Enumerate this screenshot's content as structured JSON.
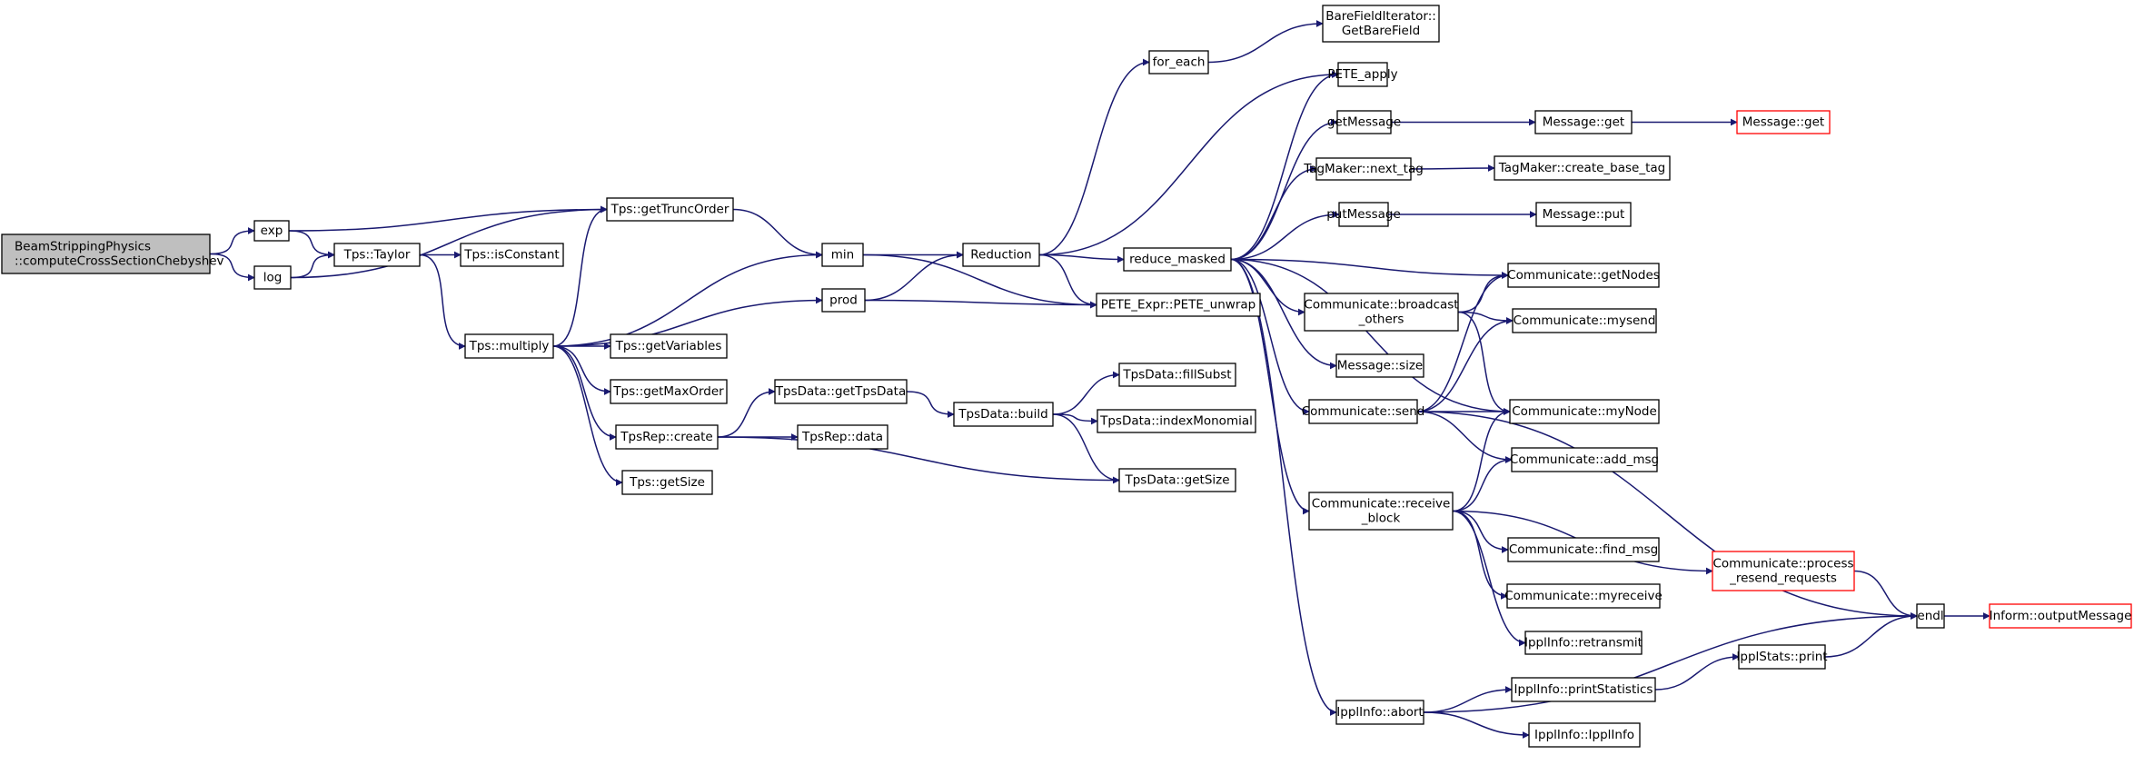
{
  "diagram": {
    "type": "call-graph",
    "colors": {
      "edge": "#191970",
      "node_border": "#000000",
      "node_fill": "#ffffff",
      "root_fill": "#bfbfbf",
      "truncated_border": "#ff0000"
    },
    "nodes": {
      "root": {
        "lines": [
          "BeamStrippingPhysics",
          "::computeCrossSectionChebyshev"
        ],
        "style": "root"
      },
      "exp": {
        "lines": [
          "exp"
        ]
      },
      "log": {
        "lines": [
          "log"
        ]
      },
      "tps_gettruncorder": {
        "lines": [
          "Tps::getTruncOrder"
        ]
      },
      "tps_taylor": {
        "lines": [
          "Tps::Taylor"
        ]
      },
      "tps_isconstant": {
        "lines": [
          "Tps::isConstant"
        ]
      },
      "tps_multiply": {
        "lines": [
          "Tps::multiply"
        ]
      },
      "tps_getvariables": {
        "lines": [
          "Tps::getVariables"
        ]
      },
      "tps_getmaxorder": {
        "lines": [
          "Tps::getMaxOrder"
        ]
      },
      "tpsrep_create": {
        "lines": [
          "TpsRep::create"
        ]
      },
      "tps_getsize": {
        "lines": [
          "Tps::getSize"
        ]
      },
      "min": {
        "lines": [
          "min"
        ]
      },
      "prod": {
        "lines": [
          "prod"
        ]
      },
      "tpsdata_gettpsdata": {
        "lines": [
          "TpsData::getTpsData"
        ]
      },
      "tpsrep_data": {
        "lines": [
          "TpsRep::data"
        ]
      },
      "tpsdata_build": {
        "lines": [
          "TpsData::build"
        ]
      },
      "tpsdata_fillsubst": {
        "lines": [
          "TpsData::fillSubst"
        ]
      },
      "tpsdata_indexmonomial": {
        "lines": [
          "TpsData::indexMonomial"
        ]
      },
      "tpsdata_getsize": {
        "lines": [
          "TpsData::getSize"
        ]
      },
      "reduction": {
        "lines": [
          "Reduction"
        ]
      },
      "for_each": {
        "lines": [
          "for_each"
        ]
      },
      "pete_expr_unwrap": {
        "lines": [
          "PETE_Expr::PETE_unwrap"
        ]
      },
      "reduce_masked": {
        "lines": [
          "reduce_masked"
        ]
      },
      "barefielditerator": {
        "lines": [
          "BareFieldIterator::",
          "GetBareField"
        ]
      },
      "pete_apply": {
        "lines": [
          "PETE_apply"
        ]
      },
      "getmessage": {
        "lines": [
          "getMessage"
        ]
      },
      "tagmaker_next_tag": {
        "lines": [
          "TagMaker::next_tag"
        ]
      },
      "putmessage": {
        "lines": [
          "putMessage"
        ]
      },
      "comm_broadcast": {
        "lines": [
          "Communicate::broadcast",
          "_others"
        ]
      },
      "message_size": {
        "lines": [
          "Message::size"
        ]
      },
      "comm_send": {
        "lines": [
          "Communicate::send"
        ]
      },
      "comm_receive_block": {
        "lines": [
          "Communicate::receive",
          "_block"
        ]
      },
      "ipplinfo_abort": {
        "lines": [
          "IpplInfo::abort"
        ]
      },
      "message_get": {
        "lines": [
          "Message::get"
        ]
      },
      "message_get_trunc": {
        "lines": [
          "Message::get"
        ],
        "style": "truncated"
      },
      "tagmaker_create_base_tag": {
        "lines": [
          "TagMaker::create_base_tag"
        ]
      },
      "message_put": {
        "lines": [
          "Message::put"
        ]
      },
      "comm_getnodes": {
        "lines": [
          "Communicate::getNodes"
        ]
      },
      "comm_mysend": {
        "lines": [
          "Communicate::mysend"
        ]
      },
      "comm_mynode": {
        "lines": [
          "Communicate::myNode"
        ]
      },
      "comm_add_msg": {
        "lines": [
          "Communicate::add_msg"
        ]
      },
      "comm_find_msg": {
        "lines": [
          "Communicate::find_msg"
        ]
      },
      "comm_myreceive": {
        "lines": [
          "Communicate::myreceive"
        ]
      },
      "ipplinfo_retransmit": {
        "lines": [
          "IpplInfo::retransmit"
        ]
      },
      "ipplinfo_printstatistics": {
        "lines": [
          "IpplInfo::printStatistics"
        ]
      },
      "ipplinfo_ipplinfo": {
        "lines": [
          "IpplInfo::IpplInfo"
        ]
      },
      "comm_process_resend": {
        "lines": [
          "Communicate::process",
          "_resend_requests"
        ],
        "style": "truncated"
      },
      "ipplstats_print": {
        "lines": [
          "IpplStats::print"
        ]
      },
      "endl": {
        "lines": [
          "endl"
        ]
      },
      "inform_outputmessage": {
        "lines": [
          "Inform::outputMessage"
        ],
        "style": "truncated"
      }
    },
    "edges": [
      [
        "root",
        "exp"
      ],
      [
        "root",
        "log"
      ],
      [
        "exp",
        "tps_gettruncorder"
      ],
      [
        "exp",
        "tps_taylor"
      ],
      [
        "log",
        "tps_taylor"
      ],
      [
        "log",
        "tps_gettruncorder"
      ],
      [
        "tps_taylor",
        "tps_isconstant"
      ],
      [
        "tps_taylor",
        "tps_multiply"
      ],
      [
        "tps_multiply",
        "tps_gettruncorder"
      ],
      [
        "tps_multiply",
        "min"
      ],
      [
        "tps_multiply",
        "prod"
      ],
      [
        "tps_multiply",
        "tps_getvariables"
      ],
      [
        "tps_multiply",
        "tps_getmaxorder"
      ],
      [
        "tps_multiply",
        "tpsrep_create"
      ],
      [
        "tps_multiply",
        "tps_getsize"
      ],
      [
        "tps_gettruncorder",
        "min"
      ],
      [
        "min",
        "reduction"
      ],
      [
        "min",
        "pete_expr_unwrap"
      ],
      [
        "prod",
        "reduction"
      ],
      [
        "prod",
        "pete_expr_unwrap"
      ],
      [
        "tpsrep_create",
        "tpsdata_gettpsdata"
      ],
      [
        "tpsrep_create",
        "tpsrep_data"
      ],
      [
        "tpsrep_create",
        "tpsdata_getsize"
      ],
      [
        "tpsdata_gettpsdata",
        "tpsdata_build"
      ],
      [
        "tpsdata_build",
        "tpsdata_fillsubst"
      ],
      [
        "tpsdata_build",
        "tpsdata_indexmonomial"
      ],
      [
        "tpsdata_build",
        "tpsdata_getsize"
      ],
      [
        "reduction",
        "for_each"
      ],
      [
        "reduction",
        "pete_apply"
      ],
      [
        "reduction",
        "reduce_masked"
      ],
      [
        "reduction",
        "pete_expr_unwrap"
      ],
      [
        "for_each",
        "barefielditerator"
      ],
      [
        "reduce_masked",
        "pete_apply"
      ],
      [
        "reduce_masked",
        "getmessage"
      ],
      [
        "reduce_masked",
        "tagmaker_next_tag"
      ],
      [
        "reduce_masked",
        "putmessage"
      ],
      [
        "reduce_masked",
        "comm_getnodes"
      ],
      [
        "reduce_masked",
        "comm_broadcast"
      ],
      [
        "reduce_masked",
        "message_size"
      ],
      [
        "reduce_masked",
        "comm_send"
      ],
      [
        "reduce_masked",
        "comm_mynode"
      ],
      [
        "reduce_masked",
        "comm_receive_block"
      ],
      [
        "reduce_masked",
        "ipplinfo_abort"
      ],
      [
        "getmessage",
        "message_get"
      ],
      [
        "message_get",
        "message_get_trunc"
      ],
      [
        "tagmaker_next_tag",
        "tagmaker_create_base_tag"
      ],
      [
        "putmessage",
        "message_put"
      ],
      [
        "comm_broadcast",
        "comm_getnodes"
      ],
      [
        "comm_broadcast",
        "comm_mysend"
      ],
      [
        "comm_broadcast",
        "comm_mynode"
      ],
      [
        "comm_send",
        "comm_getnodes"
      ],
      [
        "comm_send",
        "comm_mysend"
      ],
      [
        "comm_send",
        "comm_mynode"
      ],
      [
        "comm_send",
        "comm_add_msg"
      ],
      [
        "comm_send",
        "endl"
      ],
      [
        "comm_receive_block",
        "comm_mynode"
      ],
      [
        "comm_receive_block",
        "comm_add_msg"
      ],
      [
        "comm_receive_block",
        "comm_find_msg"
      ],
      [
        "comm_receive_block",
        "comm_myreceive"
      ],
      [
        "comm_receive_block",
        "ipplinfo_retransmit"
      ],
      [
        "comm_receive_block",
        "comm_process_resend"
      ],
      [
        "comm_process_resend",
        "endl"
      ],
      [
        "ipplinfo_abort",
        "ipplinfo_printstatistics"
      ],
      [
        "ipplinfo_abort",
        "ipplinfo_ipplinfo"
      ],
      [
        "ipplinfo_abort",
        "endl"
      ],
      [
        "ipplinfo_printstatistics",
        "ipplstats_print"
      ],
      [
        "ipplstats_print",
        "endl"
      ],
      [
        "endl",
        "inform_outputmessage"
      ]
    ]
  }
}
